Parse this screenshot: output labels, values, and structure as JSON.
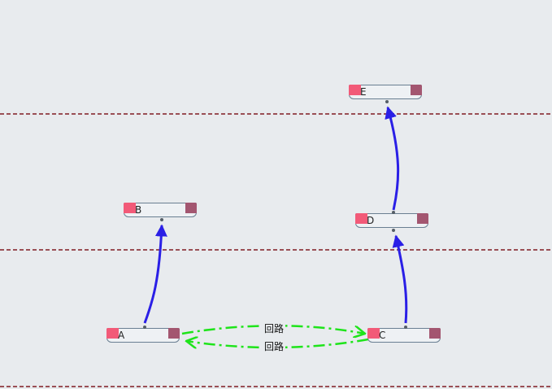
{
  "diagram": {
    "nodes": {
      "A": {
        "label": "A"
      },
      "B": {
        "label": "B"
      },
      "C": {
        "label": "C"
      },
      "D": {
        "label": "D"
      },
      "E": {
        "label": "E"
      }
    },
    "edges": {
      "a_to_c": {
        "label": "回路"
      },
      "c_to_a": {
        "label": "回路"
      }
    },
    "colors": {
      "background": "#e8ebee",
      "layer_divider": "#9a4f55",
      "dependency_edge": "#2a1fe6",
      "loop_edge": "#1ee41a",
      "node_tab_left": "#f25a78",
      "node_tab_right": "#a35670"
    }
  }
}
